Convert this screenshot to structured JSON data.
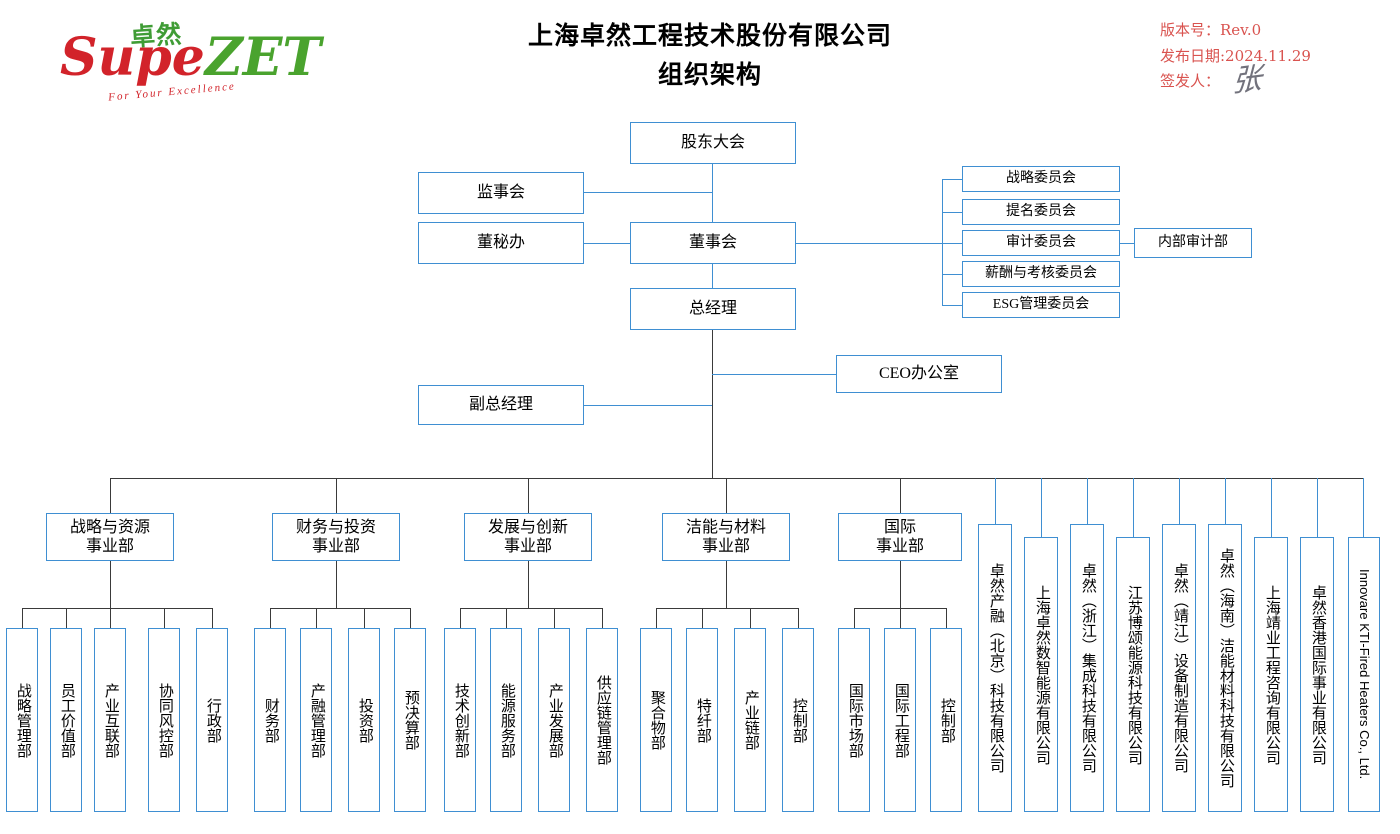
{
  "header": {
    "logo": {
      "cn_mark": "卓然",
      "wordmark_a": "Supe",
      "wordmark_b": "ZET",
      "tagline": "For Your Excellence"
    },
    "title_line1": "上海卓然工程技术股份有限公司",
    "title_line2": "组织架构",
    "meta": {
      "version_label": "版本号：Rev.0",
      "release_label": "发布日期:2024.11.29",
      "issuer_label": "签发人：",
      "signature": "张"
    }
  },
  "colors": {
    "box_border": "#3f8fd2",
    "connector": "#3a3a3a",
    "meta_text": "#d9534f",
    "logo_green": "#4aa32e",
    "logo_red": "#d2232a"
  },
  "governance": {
    "shareholders": "股东大会",
    "supervisors": "监事会",
    "board_secretary": "董秘办",
    "board": "董事会",
    "general_manager": "总经理",
    "deputy_general_manager": "副总经理",
    "ceo_office": "CEO办公室"
  },
  "committees": [
    {
      "label": "战略委员会"
    },
    {
      "label": "提名委员会"
    },
    {
      "label": "审计委员会"
    },
    {
      "label": "薪酬与考核委员会"
    },
    {
      "label": "ESG管理委员会"
    }
  ],
  "internal_audit": "内部审计部",
  "divisions": [
    {
      "name_line1": "战略与资源",
      "name_line2": "事业部",
      "departments": [
        "战略管理部",
        "员工价值部",
        "产业互联部",
        "协同风控部",
        "行政部"
      ]
    },
    {
      "name_line1": "财务与投资",
      "name_line2": "事业部",
      "departments": [
        "财务部",
        "产融管理部",
        "投资部",
        "预决算部"
      ]
    },
    {
      "name_line1": "发展与创新",
      "name_line2": "事业部",
      "departments": [
        "技术创新部",
        "能源服务部",
        "产业发展部",
        "供应链管理部"
      ]
    },
    {
      "name_line1": "洁能与材料",
      "name_line2": "事业部",
      "departments": [
        "聚合物部",
        "特纤部",
        "产业链部",
        "控制部"
      ]
    },
    {
      "name_line1": "国际",
      "name_line2": "事业部",
      "departments": [
        "国际市场部",
        "国际工程部",
        "控制部"
      ]
    }
  ],
  "subsidiaries": [
    "卓然产融（北京）科技有限公司",
    "上海卓然数智能源有限公司",
    "卓然（浙江）集成科技有限公司",
    "江苏博颂能源科技有限公司",
    "卓然（靖江）设备制造有限公司",
    "卓然（海南）洁能材料科技有限公司",
    "上海靖业工程咨询有限公司",
    "卓然香港国际事业有限公司",
    "Innovare KTI-Fired Heaters Co., Ltd."
  ]
}
